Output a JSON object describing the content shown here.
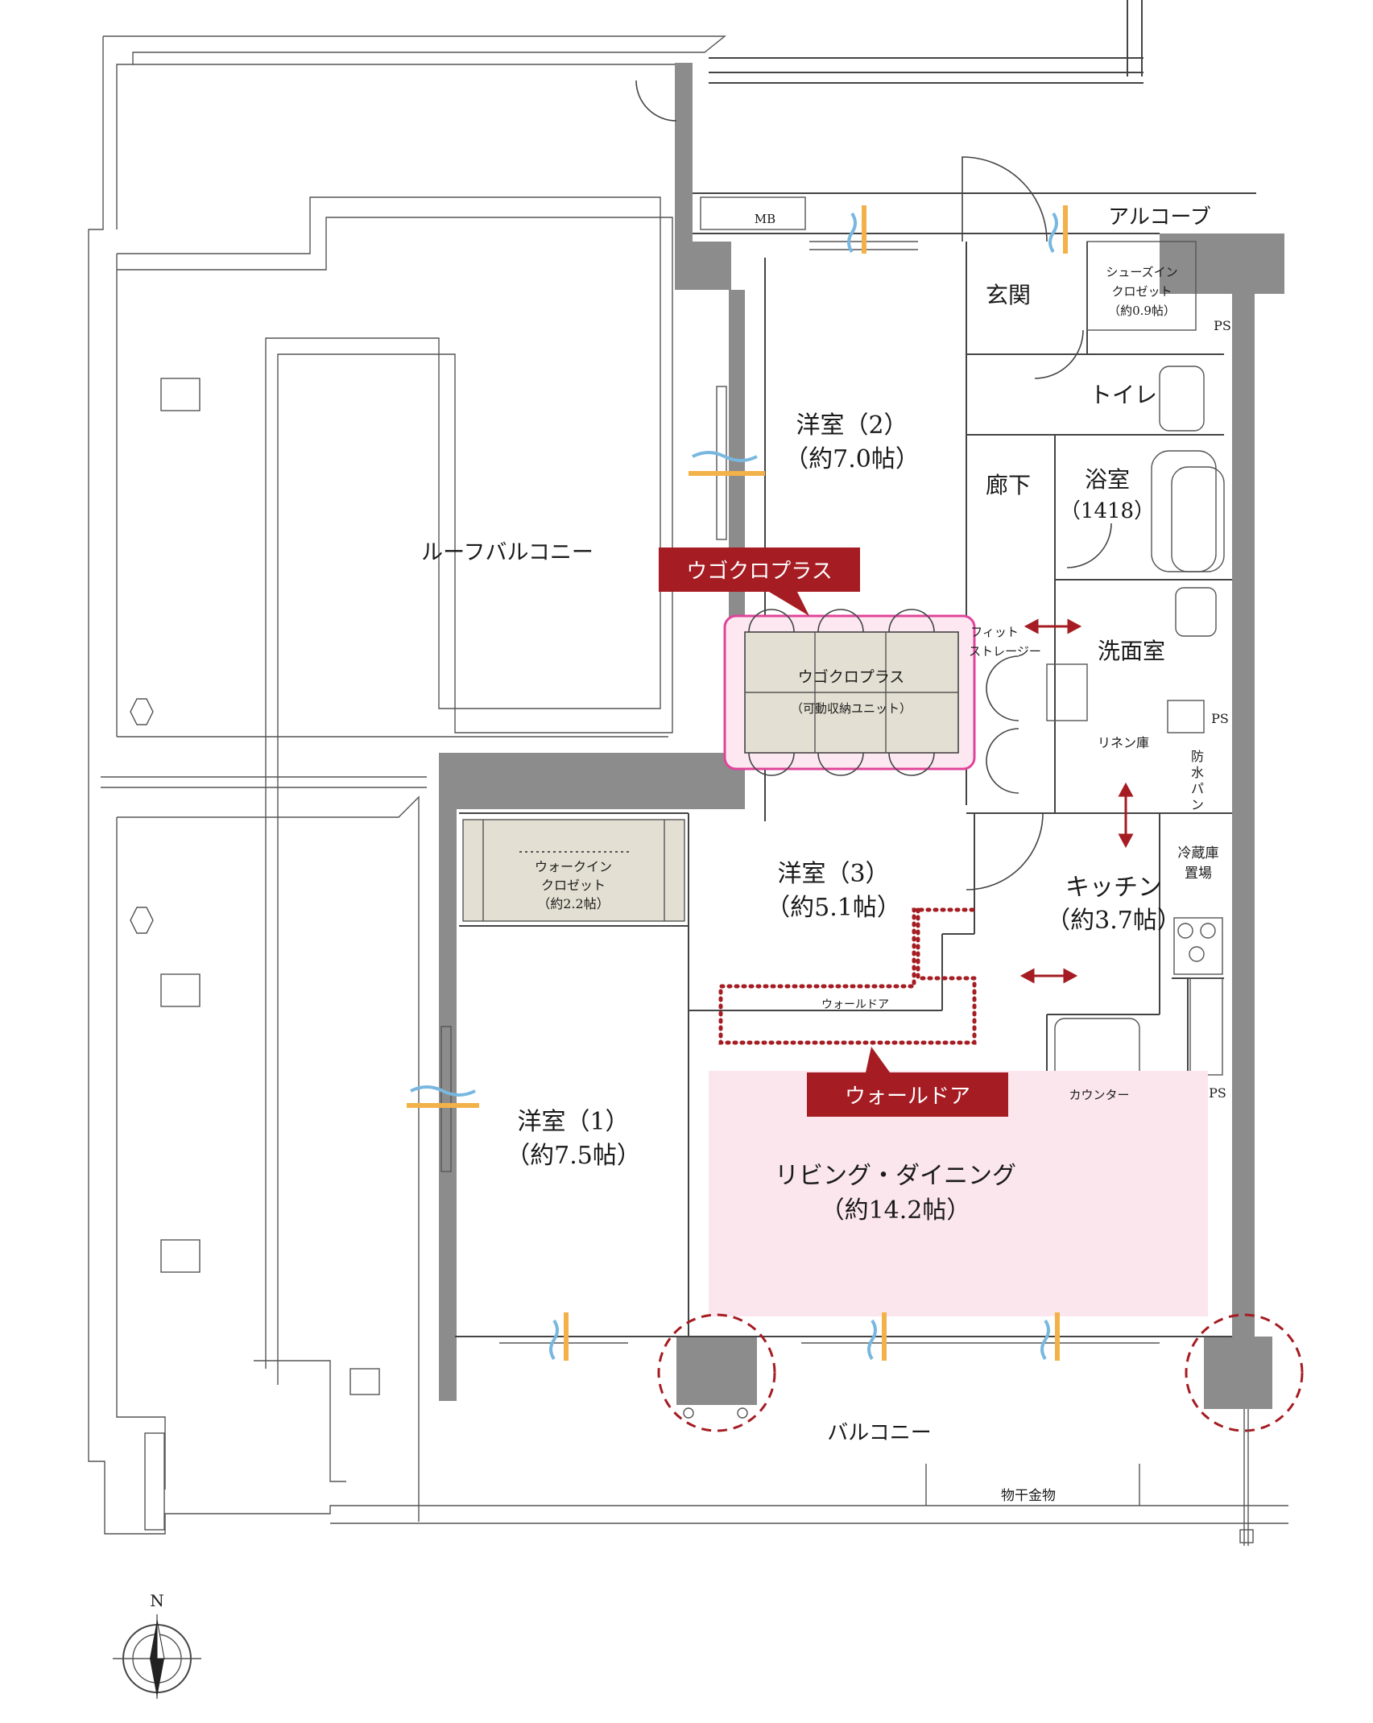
{
  "colors": {
    "wall": "#8c8c8c",
    "accent_red": "#a51c22",
    "living_highlight": "#fbe6ee",
    "storage_fill": "#e3dfd2",
    "magenta_outline": "#e0449a",
    "breeze_blue": "#78b8e0",
    "breeze_orange": "#f3b14a"
  },
  "rooms": {
    "roof_balcony": "ルーフバルコニー",
    "western2": {
      "name": "洋室（2）",
      "size": "（約7.0帖）"
    },
    "western3": {
      "name": "洋室（3）",
      "size": "（約5.1帖）"
    },
    "western1": {
      "name": "洋室（1）",
      "size": "（約7.5帖）"
    },
    "living": {
      "name": "リビング・ダイニング",
      "size": "（約14.2帖）"
    },
    "kitchen": {
      "name": "キッチン",
      "size": "（約3.7帖）"
    },
    "entrance": "玄関",
    "hallway": "廊下",
    "toilet": "トイレ",
    "bath": {
      "name": "浴室",
      "size": "（1418）"
    },
    "washroom": "洗面室",
    "balcony": "バルコニー",
    "alcove": "アルコーブ"
  },
  "labels": {
    "mb": "MB",
    "shoes_closet": [
      "シューズイン",
      "クロゼット",
      "（約0.9帖）"
    ],
    "ps": "PS",
    "fit_storage": [
      "フィット",
      "ストレージー"
    ],
    "linen": "リネン庫",
    "waterproof_pan": [
      "防",
      "水",
      "パ",
      "ン"
    ],
    "fridge": [
      "冷蔵庫",
      "置場"
    ],
    "counter": "カウンター",
    "walkin_closet": [
      "ウォークイン",
      "クロゼット",
      "（約2.2帖）"
    ],
    "wall_door_small": "ウォールドア",
    "ugokuro_unit": [
      "ウゴクロプラス",
      "（可動収納ユニット）"
    ],
    "laundry_bar": "物干金物",
    "north": "N"
  },
  "callouts": {
    "ugokuro": "ウゴクロプラス",
    "wall_door": "ウォールドア"
  }
}
